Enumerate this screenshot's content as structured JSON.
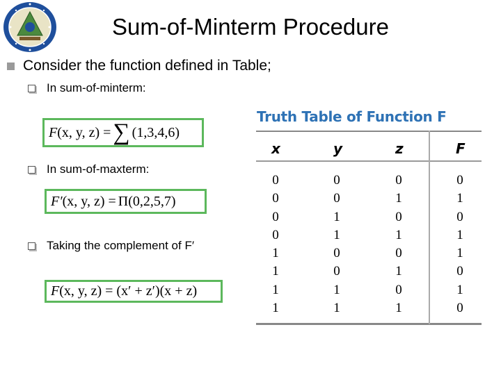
{
  "slide": {
    "title": "Sum-of-Minterm Procedure",
    "bullet": "Consider the function defined in Table;",
    "subbullets": [
      "In sum-of-minterm:",
      "In sum-of-maxterm:",
      "Taking the complement of F′"
    ]
  },
  "equations": {
    "minterm": {
      "lhs": "F",
      "args": "(x, y, z)",
      "eq": "=",
      "op": "∑",
      "terms": "(1,3,4,6)"
    },
    "maxterm": {
      "lhs": "F′",
      "args": "(x, y, z)",
      "eq": "=",
      "op": "Π",
      "terms": "(0,2,5,7)"
    },
    "complement": {
      "lhs": "F",
      "args": "(x, y, z)",
      "rhs": "= (x′ + z′)(x + z)"
    }
  },
  "truth_table": {
    "title": "Truth Table of Function F",
    "headers": [
      "x",
      "y",
      "z",
      "F"
    ],
    "columns": {
      "x": "0\n0\n0\n0\n1\n1\n1\n1",
      "y": "0\n0\n1\n1\n0\n0\n1\n1",
      "z": "0\n1\n0\n1\n0\n1\n0\n1",
      "F": "0\n1\n0\n1\n1\n0\n1\n0"
    }
  },
  "colors": {
    "title_blue": "#2e72b5",
    "box_green": "#5cb85c",
    "bullet_gray": "#9a9a9a"
  },
  "logo": {
    "icon": "university-seal-icon"
  }
}
